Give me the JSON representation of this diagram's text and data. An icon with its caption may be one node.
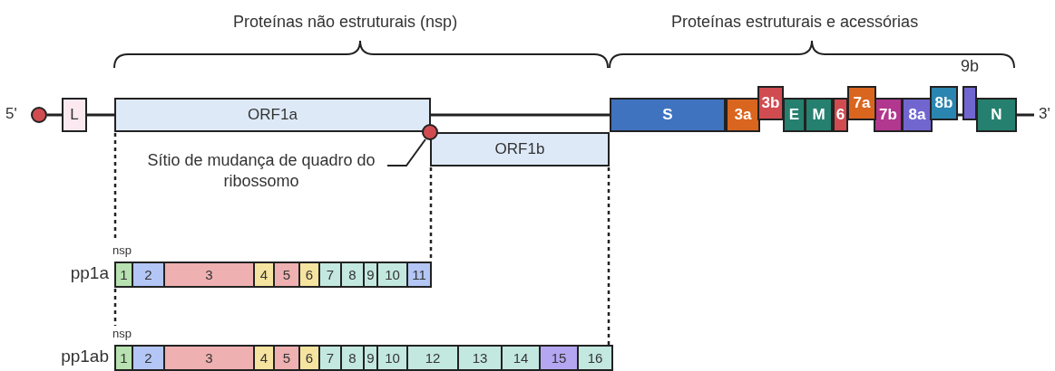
{
  "diagram": {
    "nodes": [
      {
        "text": [],
        "shape": "circle",
        "beside": [
          "5'"
        ]
      },
      {
        "text": [
          "L"
        ]
      },
      {
        "text": [
          "ORF1a"
        ]
      },
      {
        "text": [
          "ORF1b"
        ]
      },
      {
        "text": [],
        "shape": "circle"
      },
      {
        "text": [
          "Sítio de mudança de quadro do ribossomo"
        ]
      },
      {
        "text": [
          "S"
        ]
      },
      {
        "text": [
          "3a"
        ]
      },
      {
        "text": [
          "3b"
        ]
      },
      {
        "text": [
          "E"
        ]
      },
      {
        "text": [
          "M"
        ]
      },
      {
        "text": [
          "6"
        ]
      },
      {
        "text": [
          "7a"
        ]
      },
      {
        "text": [
          "7b"
        ]
      },
      {
        "text": [
          "8a"
        ]
      },
      {
        "text": [
          "8b"
        ]
      },
      {
        "text": [
          "9b"
        ]
      },
      {
        "text": [
          "N"
        ]
      },
      {
        "text": [
          "pp1a"
        ],
        "beside": [
          "nsp"
        ]
      },
      {
        "text": [
          "1"
        ],
        "in": 18
      },
      {
        "text": [
          "2"
        ],
        "in": 18
      },
      {
        "text": [
          "3"
        ],
        "in": 18
      },
      {
        "text": [
          "4"
        ],
        "in": 18
      },
      {
        "text": [
          "5"
        ],
        "in": 18
      },
      {
        "text": [
          "6"
        ],
        "in": 18
      },
      {
        "text": [
          "7"
        ],
        "in": 18
      },
      {
        "text": [
          "8"
        ],
        "in": 18
      },
      {
        "text": [
          "9"
        ],
        "in": 18
      },
      {
        "text": [
          "10"
        ],
        "in": 18
      },
      {
        "text": [
          "11"
        ],
        "in": 18
      },
      {
        "text": [
          "pp1ab"
        ],
        "beside": [
          "nsp"
        ]
      },
      {
        "text": [
          "1"
        ],
        "in": 30
      },
      {
        "text": [
          "2"
        ],
        "in": 30
      },
      {
        "text": [
          "3"
        ],
        "in": 30
      },
      {
        "text": [
          "4"
        ],
        "in": 30
      },
      {
        "text": [
          "5"
        ],
        "in": 30
      },
      {
        "text": [
          "6"
        ],
        "in": 30
      },
      {
        "text": [
          "7"
        ],
        "in": 30
      },
      {
        "text": [
          "8"
        ],
        "in": 30
      },
      {
        "text": [
          "9"
        ],
        "in": 30
      },
      {
        "text": [
          "10"
        ],
        "in": 30
      },
      {
        "text": [
          "12"
        ],
        "in": 30
      },
      {
        "text": [
          "13"
        ],
        "in": 30
      },
      {
        "text": [
          "14"
        ],
        "in": 30
      },
      {
        "text": [
          "15"
        ],
        "in": 30
      },
      {
        "text": [
          "16"
        ],
        "in": 30
      }
    ],
    "edges": [
      {
        "from": 5,
        "to": 4,
        "arrow": "none"
      },
      {
        "from": 2,
        "to": 18,
        "arrow": "none",
        "style": "dashed"
      },
      {
        "from": 3,
        "to": 18,
        "arrow": "none",
        "style": "dashed"
      },
      {
        "from": 3,
        "to": 30,
        "arrow": "none",
        "style": "dashed"
      },
      {
        "from": 18,
        "to": 30,
        "arrow": "none",
        "style": "dashed"
      }
    ],
    "labels": [
      "Proteínas não estruturais (nsp)",
      "Proteínas estruturais e acessórias",
      "3'"
    ]
  }
}
